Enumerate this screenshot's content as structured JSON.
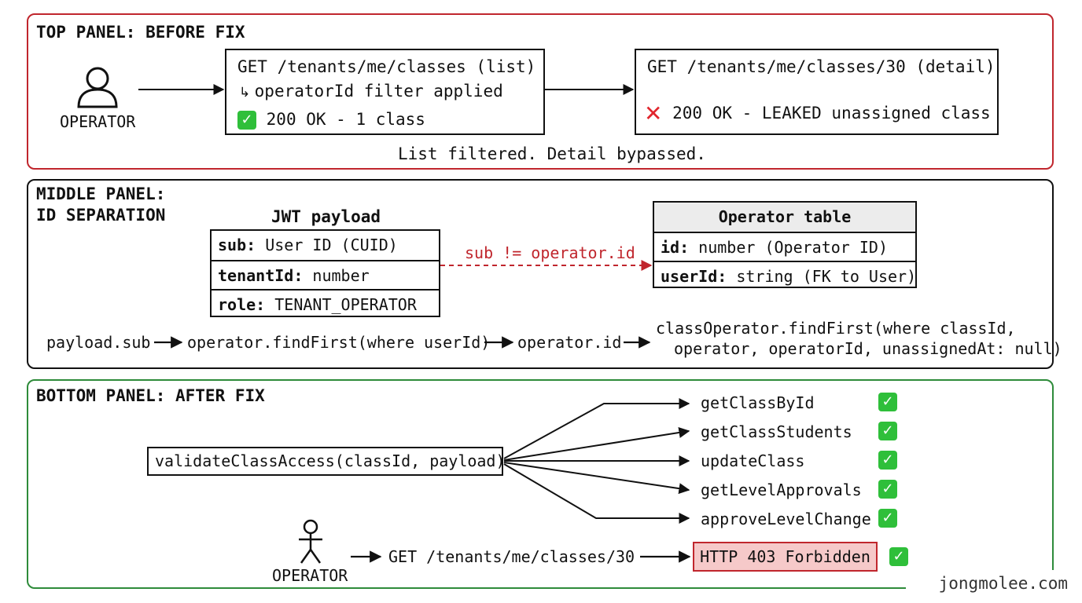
{
  "top": {
    "title": "TOP PANEL: BEFORE FIX",
    "actor": "OPERATOR",
    "list_box": {
      "line1": "GET /tenants/me/classes (list)",
      "line2": "operatorId filter applied",
      "line3": "200 OK - 1 class",
      "status_icon": "check-icon"
    },
    "detail_box": {
      "line1": "GET /tenants/me/classes/30 (detail)",
      "line2": "200 OK - LEAKED unassigned class",
      "status_icon": "cross-icon"
    },
    "caption": "List filtered. Detail bypassed."
  },
  "middle": {
    "title_line1": "MIDDLE PANEL:",
    "title_line2": "ID SEPARATION",
    "jwt_heading": "JWT payload",
    "jwt_rows": [
      {
        "key": "sub:",
        "value": " User ID (CUID)"
      },
      {
        "key": "tenantId:",
        "value": " number"
      },
      {
        "key": "role:",
        "value": " TENANT_OPERATOR"
      }
    ],
    "relation_label": "sub != operator.id",
    "operator_table": {
      "header": "Operator table",
      "rows": [
        {
          "key": "id:",
          "value": " number (Operator ID)"
        },
        {
          "key": "userId:",
          "value": " string (FK to User)"
        }
      ]
    },
    "flow": {
      "step1": "payload.sub",
      "step2": "operator.findFirst(where userId)",
      "step3": "operator.id",
      "step4_line1": "classOperator.findFirst(where classId,",
      "step4_line2": "operator, operatorId, unassignedAt: null)"
    }
  },
  "bottom": {
    "title": "BOTTOM PANEL: AFTER FIX",
    "validator": "validateClassAccess(classId, payload)",
    "targets": [
      {
        "label": "getClassById",
        "icon": "check-icon"
      },
      {
        "label": "getClassStudents",
        "icon": "check-icon"
      },
      {
        "label": "updateClass",
        "icon": "check-icon"
      },
      {
        "label": "getLevelApprovals",
        "icon": "check-icon"
      },
      {
        "label": "approveLevelChange",
        "icon": "check-icon"
      }
    ],
    "actor": "OPERATOR",
    "request": "GET /tenants/me/classes/30",
    "response": "HTTP 403 Forbidden",
    "response_icon": "check-icon"
  },
  "watermark": "jongmolee.com",
  "colors": {
    "top_border": "#c0262d",
    "middle_border": "#111111",
    "bottom_border": "#2e8b3a",
    "relation": "#c0262d",
    "check": "#2fbf3a",
    "cross": "#e1262d",
    "forbidden_fill": "#f6c9c9",
    "forbidden_border": "#c0262d",
    "table_header_fill": "#ececec"
  }
}
